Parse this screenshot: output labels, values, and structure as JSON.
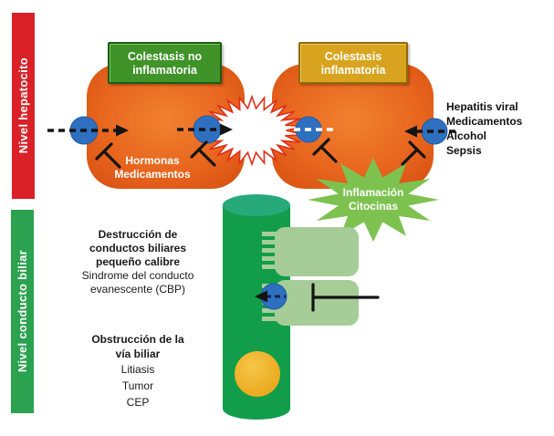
{
  "colors": {
    "rail_red": "#d92127",
    "rail_green": "#2aa24f",
    "box_green": "#3f9328",
    "box_green_border": "#1e5c15",
    "box_yellow": "#d8a41f",
    "box_yellow_border": "#8f6a08",
    "hep_light": "#f08130",
    "hep_mid": "#e8661e",
    "hep_dark": "#d54d10",
    "canaliculus_stroke": "#e02f1a",
    "star_green": "#7dc24f",
    "cylinder_body": "#119d4a",
    "cylinder_top": "#27a97c",
    "cell_green": "#a6cd98",
    "circle_blue": "#2e6fc0",
    "circle_blue_edge": "#1f5ba6",
    "stone_light": "#f6c649",
    "stone_dark": "#e8a214",
    "ink": "#141414"
  },
  "rails": {
    "hepatocyte": "Nivel hepatocito",
    "bile_duct": "Nivel conducto biliar"
  },
  "boxes": {
    "noninflammatory": {
      "line1": "Colestasis no",
      "line2": "inflamatoria"
    },
    "inflammatory": {
      "line1": "Colestasis",
      "line2": "inflamatoria"
    }
  },
  "hepatocyte_inhibitors": {
    "line1": "Hormonas",
    "line2": "Medicamentos"
  },
  "right_causes": [
    "Hepatitis viral",
    "Medicamentos",
    "Alcohol",
    "Sepsis"
  ],
  "inflammation_star": {
    "line1": "Inflamación",
    "line2": "Citocinas"
  },
  "duct_column": {
    "destruction_bold": [
      "Destrucción de",
      "conductos biliares",
      "pequeño calibre"
    ],
    "destruction_regular": [
      "Sindrome del conducto",
      "evanescente (CBP)"
    ],
    "obstruction_bold": [
      "Obstrucción de la",
      "vía biliar"
    ],
    "obstruction_items": [
      "Litiasis",
      "Tumor",
      "CEP"
    ]
  }
}
